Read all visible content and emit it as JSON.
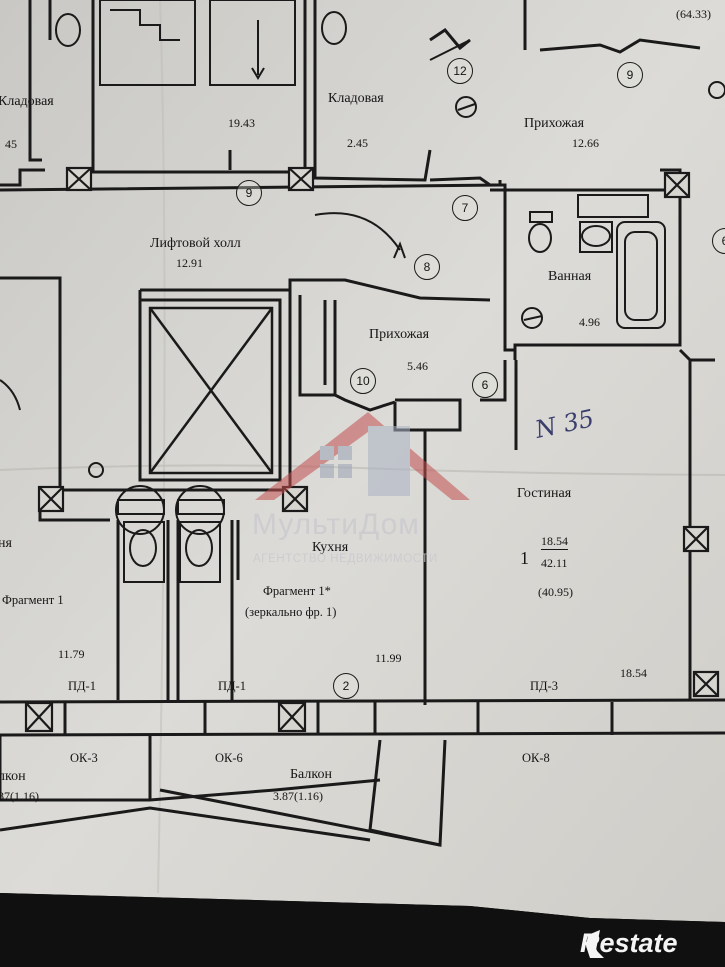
{
  "watermark": {
    "title": "МультиДом",
    "subtitle": "АГЕНТСТВО НЕДВИЖИМОСТИ"
  },
  "logo": {
    "text": "Restate"
  },
  "handwriting": "N 35",
  "top_right_area": "(64.33)",
  "rooms": {
    "storage_left": {
      "name": "Кладовая",
      "area": "45"
    },
    "stairs": {
      "area": "19.43"
    },
    "storage_mid": {
      "name": "Кладовая",
      "area": "2.45"
    },
    "hall_top": {
      "name": "Прихожая",
      "area": "12.66"
    },
    "elevator_hall": {
      "name": "Лифтовой холл",
      "area": "12.91"
    },
    "hall": {
      "name": "Прихожая",
      "area": "5.46"
    },
    "bathroom": {
      "name": "Ванная",
      "area": "4.96"
    },
    "living": {
      "name": "Гостиная",
      "area": "18.54"
    },
    "kitchen": {
      "name": "Кухня",
      "area": "11.99"
    },
    "left_room": {
      "name": "ня",
      "area": "11.79"
    },
    "balcony_mid": {
      "name": "Балкон",
      "area": "3.87(1.16)"
    },
    "balcony_left": {
      "name": "лкон",
      "area": "87(1.16)"
    }
  },
  "apartment": {
    "rooms_count": "1",
    "living_area": "18.54",
    "total_area": "42.11",
    "area_paren": "(40.95)"
  },
  "fragments": {
    "left": "Фрагмент 1",
    "right_line1": "Фрагмент 1*",
    "right_line2": "(зеркально фр. 1)"
  },
  "markers": [
    "12",
    "9",
    "9",
    "7",
    "8",
    "10",
    "6",
    "2",
    "6"
  ],
  "door_labels": [
    "ПД-1",
    "ПД-1",
    "ПД-3"
  ],
  "window_labels": [
    "ОК-3",
    "ОК-6",
    "ОК-8"
  ]
}
